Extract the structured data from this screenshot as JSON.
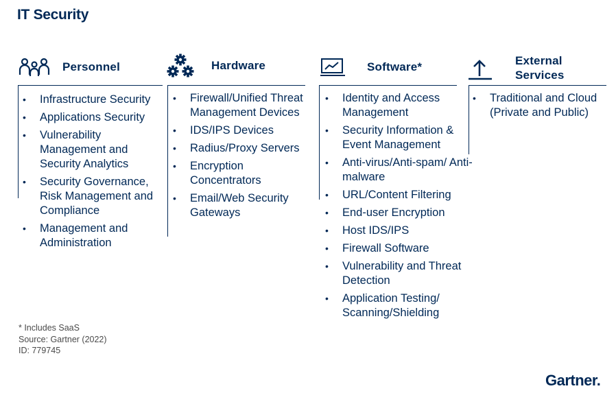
{
  "title": "IT Security",
  "columns": [
    {
      "heading": "Personnel",
      "icon": "people-icon",
      "items": [
        "Infrastructure Security",
        "Applications Security",
        "Vulnerability Management and Security Analytics",
        "Security Governance, Risk Management and Compliance",
        "Management and Administration"
      ]
    },
    {
      "heading": "Hardware",
      "icon": "gears-icon",
      "items": [
        "Firewall/Unified Threat Management Devices",
        "IDS/IPS Devices",
        "Radius/Proxy Servers",
        "Encryption Concentrators",
        "Email/Web Security Gateways"
      ]
    },
    {
      "heading": "Software*",
      "icon": "monitor-chart-icon",
      "items": [
        "Identity and Access Management",
        "Security Information & Event Management",
        "Anti-virus/Anti-spam/ Anti-malware",
        "URL/Content Filtering",
        "End-user Encryption",
        "Host IDS/IPS",
        "Firewall Software",
        "Vulnerability and Threat Detection",
        "Application Testing/ Scanning/Shielding"
      ]
    },
    {
      "heading_line1": "External",
      "heading_line2": "Services",
      "icon": "upload-arrow-icon",
      "items": [
        "Traditional and Cloud (Private and Public)"
      ]
    }
  ],
  "footnotes": {
    "note": "* Includes SaaS",
    "source": "Source: Gartner (2022)",
    "id": "ID: 779745"
  },
  "logo": "Gartner.",
  "colors": {
    "navy": "#002856",
    "footnote": "#4a4a4a"
  }
}
